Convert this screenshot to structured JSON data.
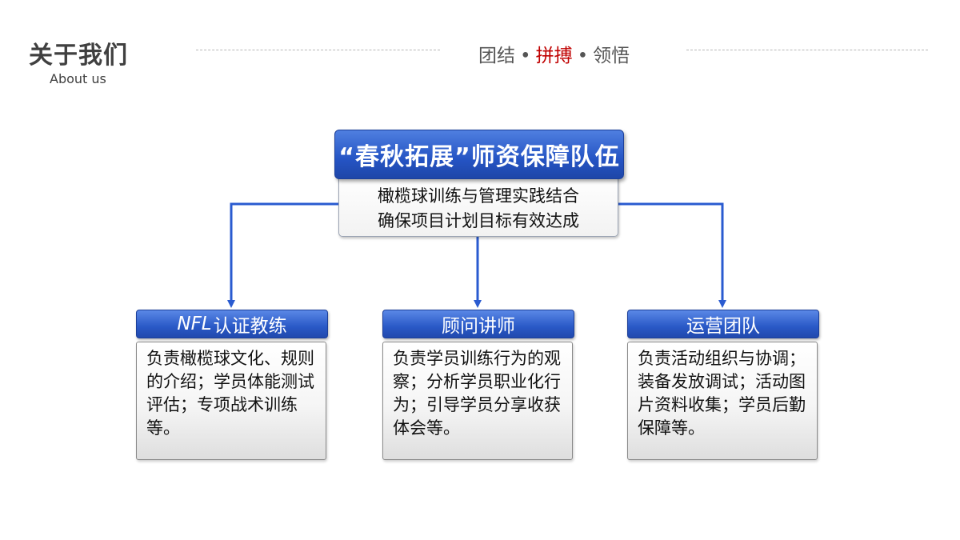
{
  "header": {
    "title": "关于我们",
    "subtitle": "About us",
    "slogan": {
      "word1": "团结",
      "separator": "•",
      "word2": "拼搏",
      "word3": "领悟"
    }
  },
  "root": {
    "title": "“春秋拓展”师资保障队伍",
    "desc_line1": "橄榄球训练与管理实践结合",
    "desc_line2": "确保项目计划目标有效达成"
  },
  "branches": [
    {
      "title_latin": "NFL",
      "title": "认证教练",
      "body": "负责橄榄球文化、规则的介绍；学员体能测试评估；专项战术训练等。"
    },
    {
      "title": "顾问讲师",
      "body": "负责学员训练行为的观察；分析学员职业化行为；引导学员分享收获体会等。"
    },
    {
      "title": "运营团队",
      "body": "负责活动组织与协调；装备发放调试；活动图片资料收集；学员后勤保障等。"
    }
  ],
  "colors": {
    "primary_blue": "#2554c4",
    "connector_blue": "#2a5bd0",
    "accent_red": "#c00000",
    "heading_gray": "#404040"
  }
}
